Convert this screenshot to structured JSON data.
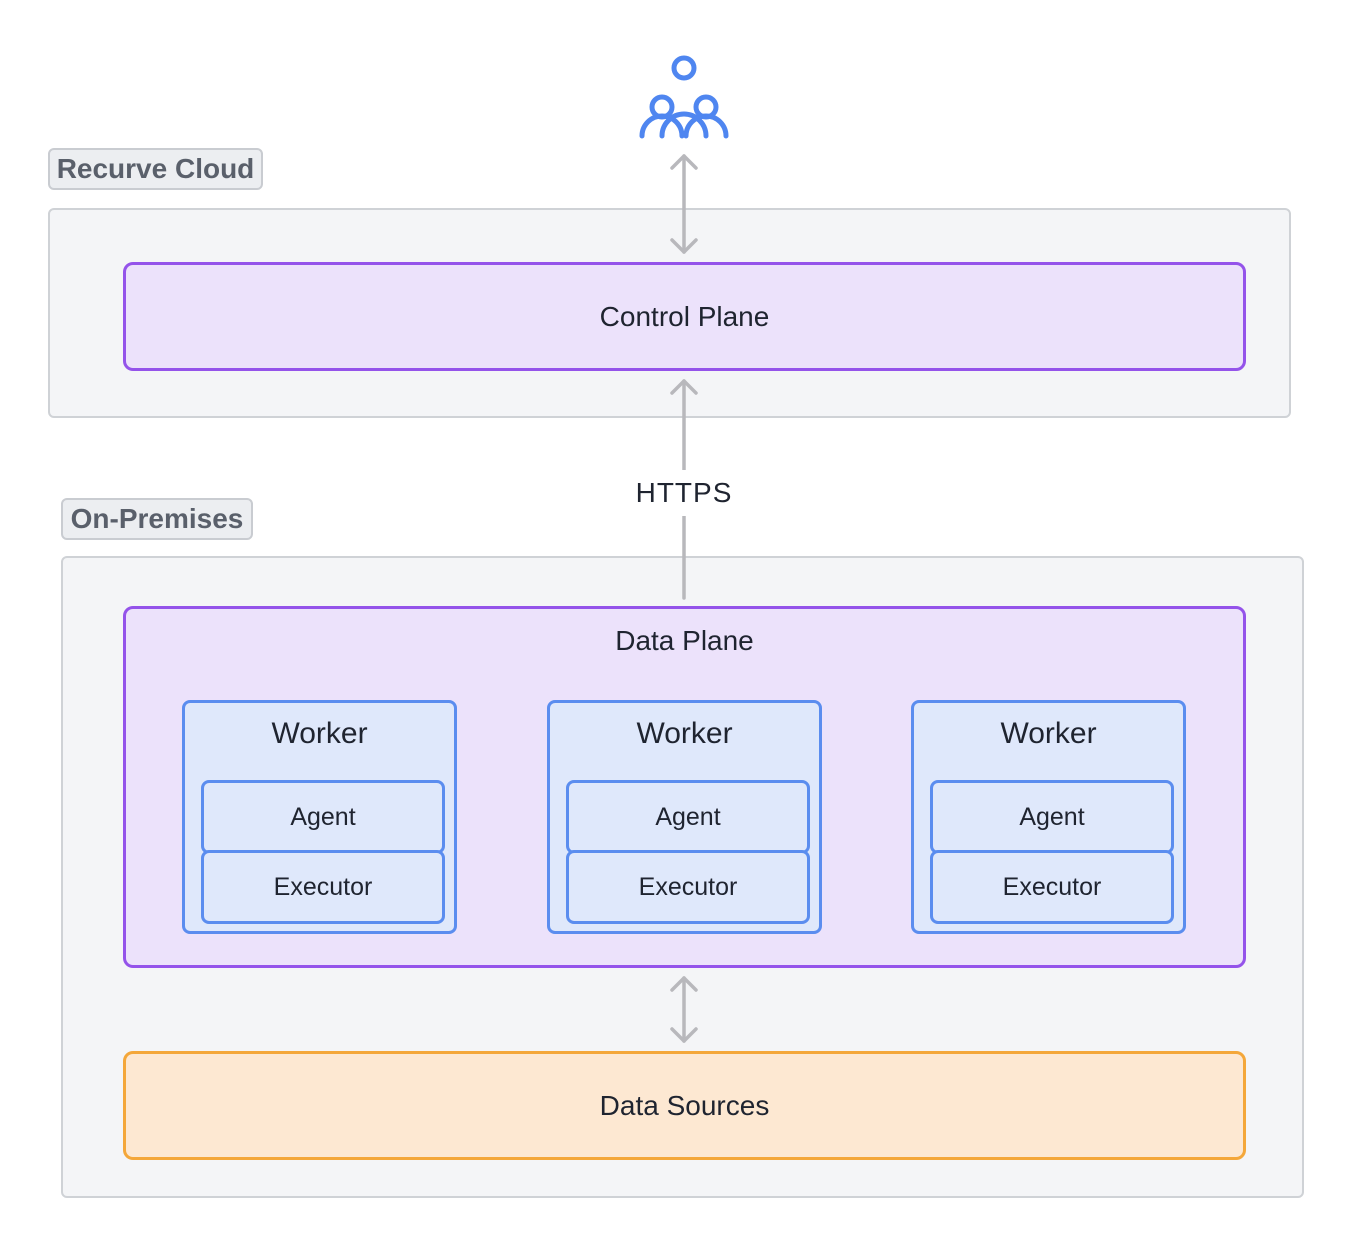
{
  "regions": {
    "cloud_label": "Recurve Cloud",
    "onprem_label": "On-Premises"
  },
  "control_plane": {
    "label": "Control Plane"
  },
  "connection": {
    "label": "HTTPS"
  },
  "data_plane": {
    "label": "Data Plane",
    "workers": [
      {
        "title": "Worker",
        "agent": "Agent",
        "executor": "Executor"
      },
      {
        "title": "Worker",
        "agent": "Agent",
        "executor": "Executor"
      },
      {
        "title": "Worker",
        "agent": "Agent",
        "executor": "Executor"
      }
    ]
  },
  "data_sources": {
    "label": "Data Sources"
  },
  "icons": {
    "users": "users-group-icon"
  },
  "colors": {
    "purple": "#9453ea",
    "blue": "#5b8def",
    "orange": "#f4a73a",
    "arrow": "#b8b8bc"
  }
}
